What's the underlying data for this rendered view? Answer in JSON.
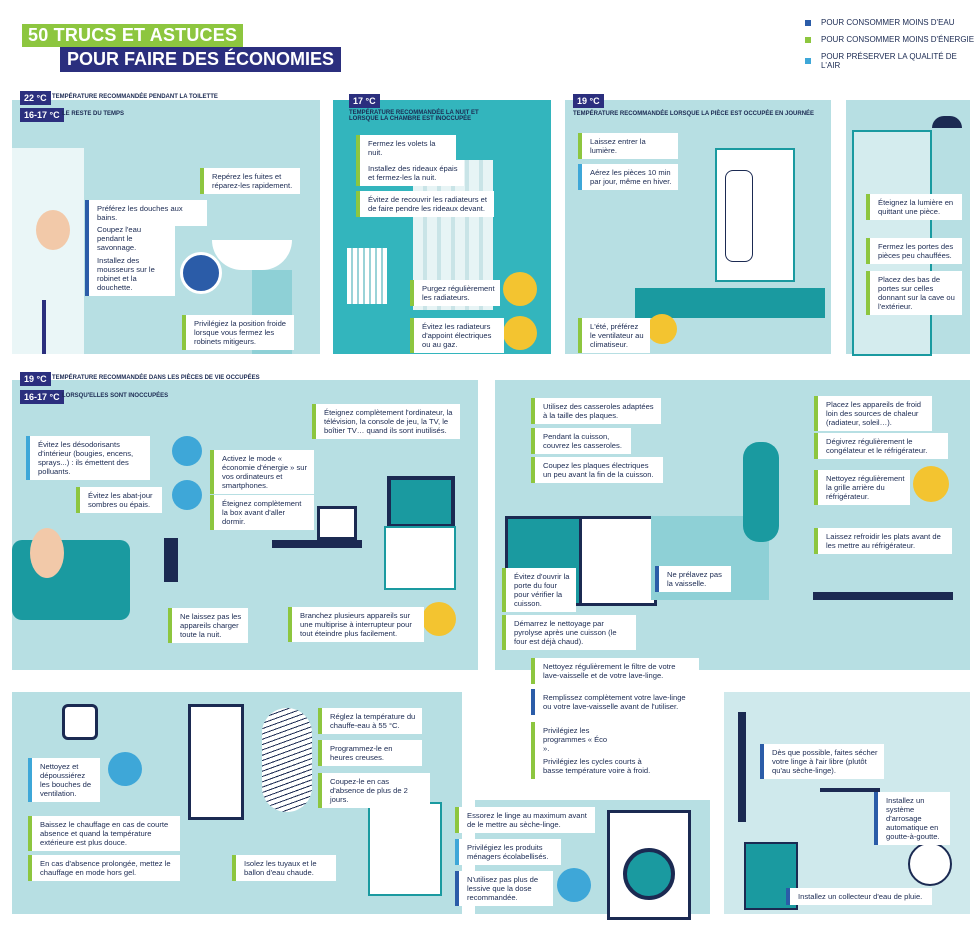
{
  "header": {
    "line1": "50 TRUCS ET ASTUCES",
    "line2": "POUR FAIRE DES ÉCONOMIES"
  },
  "legend": [
    {
      "label": "POUR CONSOMMER MOINS D'EAU",
      "color": "#2b5ca8"
    },
    {
      "label": "POUR CONSOMMER MOINS D'ÉNERGIE",
      "color": "#8dc63f"
    },
    {
      "label": "POUR PRÉSERVER LA QUALITÉ DE L'AIR",
      "color": "#3ea7d8"
    }
  ],
  "bathroom": {
    "temp1": "22 °C",
    "cap1": "TEMPÉRATURE RECOMMANDÉE PENDANT LA TOILETTE",
    "temp2": "16-17 °C",
    "cap2": "LE RESTE DU TEMPS",
    "tips": [
      "Repérez les fuites et réparez-les rapidement.",
      "Préférez les douches aux bains.",
      "Coupez l'eau pendant le savonnage.",
      "Installez des mousseurs sur le robinet et la douchette.",
      "Privilégiez la position froide lorsque vous fermez les robinets mitigeurs."
    ]
  },
  "bedroom": {
    "temp": "17 °C",
    "cap": "TEMPÉRATURE RECOMMANDÉE LA NUIT ET LORSQUE LA CHAMBRE EST INOCCUPÉE",
    "tips": [
      "Fermez les volets la nuit.",
      "Installez des rideaux épais et fermez-les la nuit.",
      "Évitez de recouvrir les radiateurs et de faire pendre les rideaux devant.",
      "Purgez régulièrement les radiateurs.",
      "Évitez les radiateurs d'appoint électriques ou au gaz."
    ]
  },
  "room19": {
    "temp": "19 °C",
    "cap": "TEMPÉRATURE RECOMMANDÉE LORSQUE LA PIÈCE EST OCCUPÉE EN JOURNÉE",
    "tips": [
      "Laissez entrer la lumière.",
      "Aérez les pièces 10 min par jour, même en hiver.",
      "L'été, préférez le ventilateur au climatiseur."
    ]
  },
  "hallway": {
    "tips": [
      "Éteignez la lumière en quittant une pièce.",
      "Fermez les portes des pièces peu chauffées.",
      "Placez des bas de portes sur celles donnant sur la cave ou l'extérieur."
    ]
  },
  "living": {
    "temp1": "19 °C",
    "cap1": "TEMPÉRATURE RECOMMANDÉE DANS LES PIÈCES DE VIE OCCUPÉES",
    "temp2": "16-17 °C",
    "cap2": "LORSQU'ELLES SONT INOCCUPÉES",
    "tips": [
      "Évitez les désodorisants d'intérieur (bougies, encens, sprays...) : ils émettent des polluants.",
      "Évitez les abat-jour sombres ou épais.",
      "Activez le mode « économie d'énergie » sur vos ordinateurs et smartphones.",
      "Éteignez complètement la box avant d'aller dormir.",
      "Éteignez complètement l'ordinateur, la télévision, la console de jeu, la TV, le boîtier TV… quand ils sont inutilisés.",
      "Ne laissez pas les appareils charger toute la nuit.",
      "Branchez plusieurs appareils sur une multiprise à interrupteur pour tout éteindre plus facilement."
    ]
  },
  "kitchen": {
    "tips": [
      "Utilisez des casseroles adaptées à la taille des plaques.",
      "Pendant la cuisson, couvrez les casseroles.",
      "Coupez les plaques électriques un peu avant la fin de la cuisson.",
      "Placez les appareils de froid loin des sources de chaleur (radiateur, soleil…).",
      "Dégivrez régulièrement le congélateur et le réfrigérateur.",
      "Nettoyez régulièrement la grille arrière du réfrigérateur.",
      "Laissez refroidir les plats avant de les mettre au réfrigérateur.",
      "Évitez d'ouvrir la porte du four pour vérifier la cuisson.",
      "Ne prélavez pas la vaisselle.",
      "Démarrez le nettoyage par pyrolyse après une cuisson (le four est déjà chaud)."
    ]
  },
  "laundry_list": [
    "Nettoyez régulièrement le filtre de votre lave-vaisselle et de votre lave-linge.",
    "Remplissez complètement votre lave-linge ou votre lave-vaisselle avant de l'utiliser.",
    "Privilégiez les programmes « Éco ».",
    "Privilégiez les cycles courts à basse température voire à froid."
  ],
  "utility": {
    "tips": [
      "Nettoyez et dépoussiérez les bouches de ventilation.",
      "Réglez la température du chauffe-eau à 55 °C.",
      "Programmez-le en heures creuses.",
      "Coupez-le en cas d'absence de plus de 2 jours.",
      "Baissez le chauffage en cas de courte absence et quand la température extérieure est plus douce.",
      "En cas d'absence prolongée, mettez le chauffage en mode hors gel.",
      "Isolez les tuyaux et le ballon d'eau chaude."
    ]
  },
  "washing": {
    "tips": [
      "Essorez le linge au maximum avant de le mettre au sèche-linge.",
      "Privilégiez les produits ménagers écolabellisés.",
      "N'utilisez pas plus de lessive que la dose recommandée."
    ]
  },
  "garden": {
    "tips": [
      "Dès que possible, faites sécher votre linge à l'air libre (plutôt qu'au sèche-linge).",
      "Installez un système d'arrosage automatique en goutte-à-goutte.",
      "Installez un collecteur d'eau de pluie."
    ]
  }
}
